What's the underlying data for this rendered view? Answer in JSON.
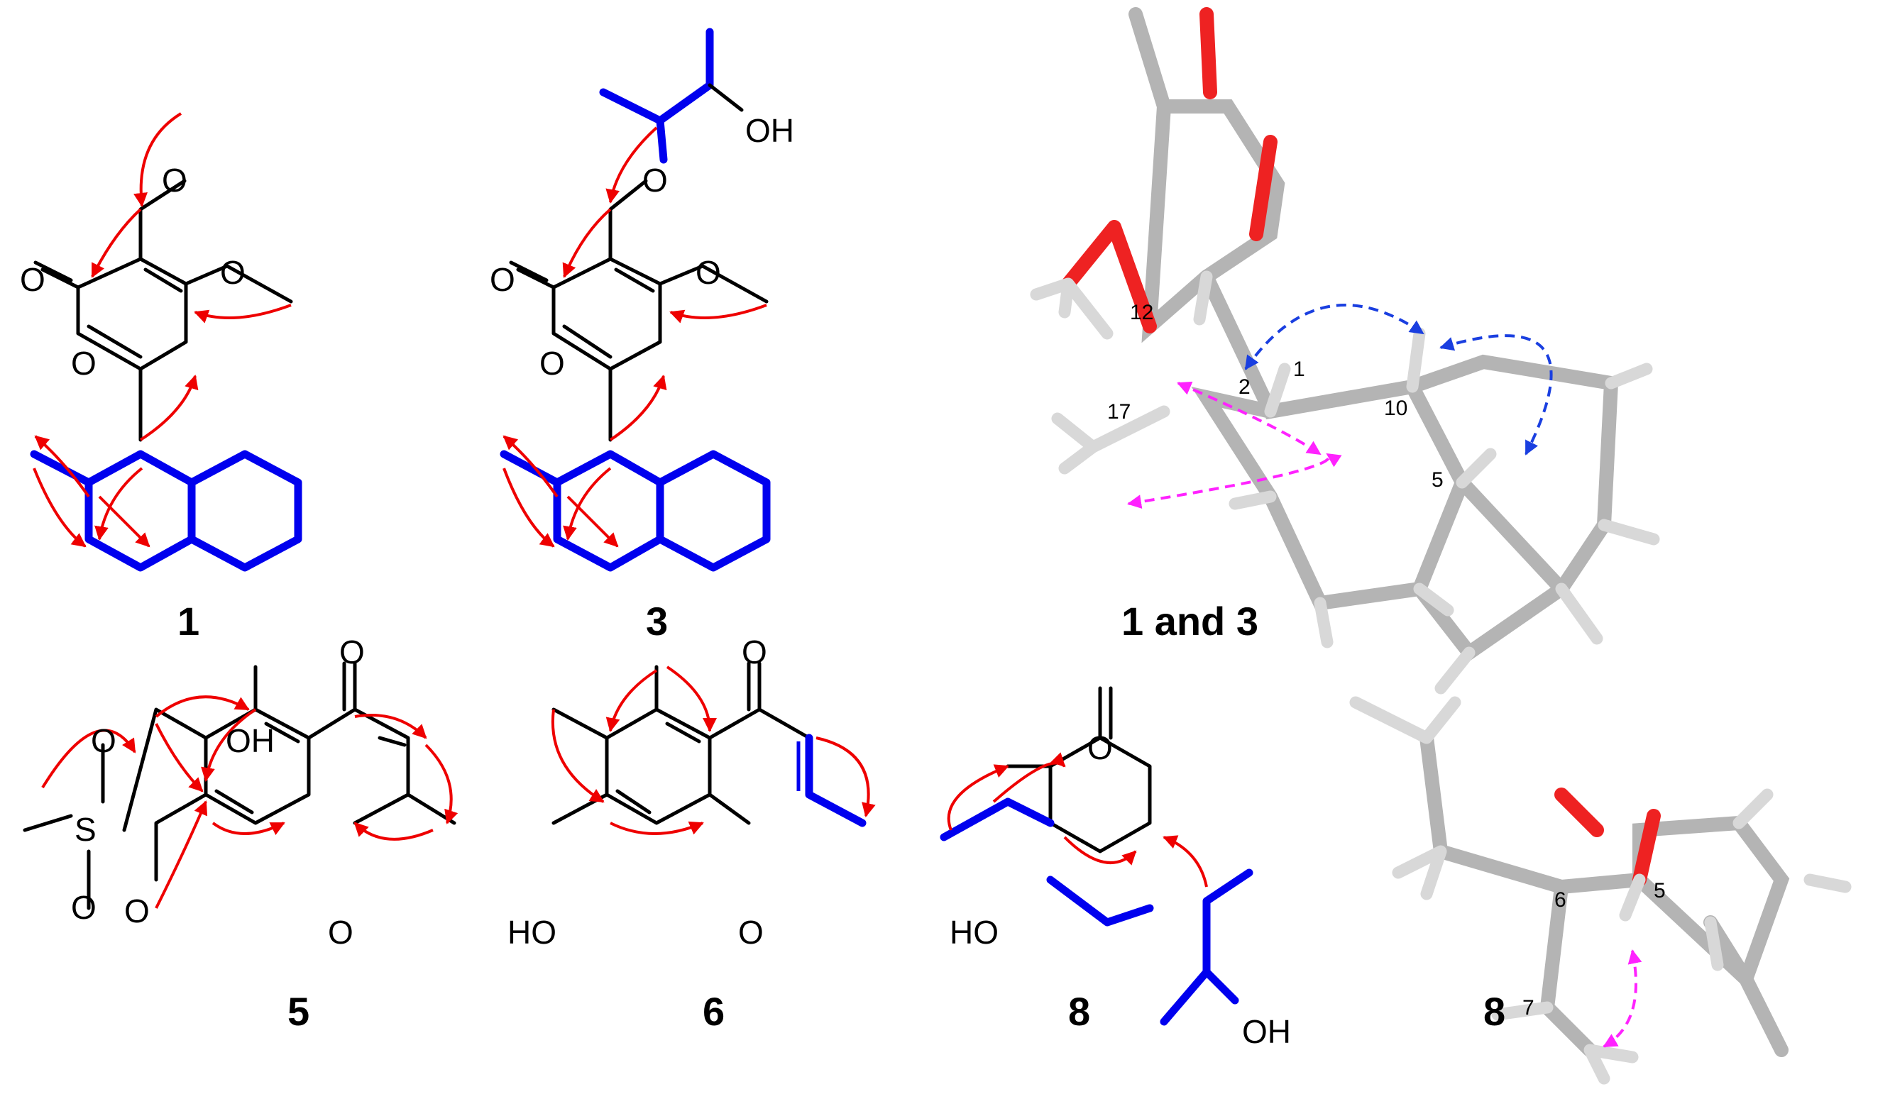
{
  "compounds": {
    "c1": {
      "label": "1"
    },
    "c3": {
      "label": "3"
    },
    "c13": {
      "label": "1 and 3"
    },
    "c5": {
      "label": "5"
    },
    "c6": {
      "label": "6"
    },
    "c8a": {
      "label": "8"
    },
    "c8b": {
      "label": "8"
    }
  },
  "atoms": {
    "O": "O",
    "OH": "OH",
    "HO": "HO",
    "S": "S"
  },
  "atom_numbers_3d_13": [
    "12",
    "17",
    "2",
    "1",
    "10",
    "5"
  ],
  "atom_numbers_3d_8": [
    "6",
    "5",
    "7"
  ],
  "colors": {
    "hmbc": "#ee0000",
    "cosy": "#0000ee",
    "noe_blue": "#1a3fe0",
    "noe_magenta": "#ff22ff",
    "carbon_stick": "#b4b4b4",
    "oxygen_stick": "#ee2222"
  }
}
